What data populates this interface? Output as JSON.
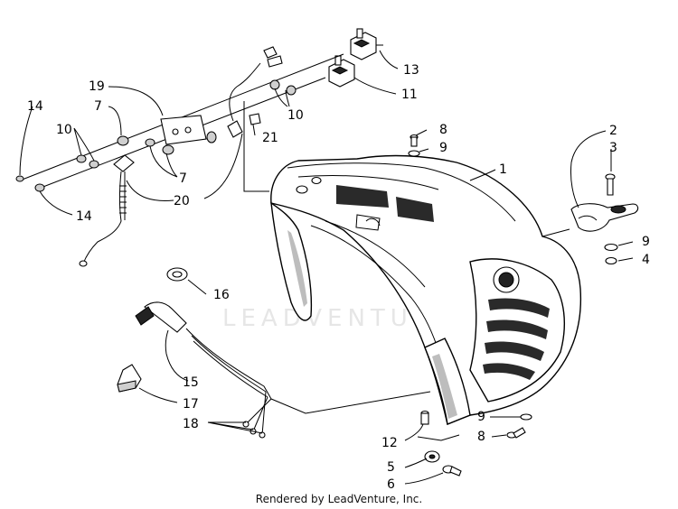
{
  "footer": {
    "text": "Rendered by LeadVenture, Inc."
  },
  "watermark": {
    "text": "LEADVENTURE"
  },
  "callouts": [
    {
      "id": "c1",
      "label": "1"
    },
    {
      "id": "c2",
      "label": "2"
    },
    {
      "id": "c3",
      "label": "3"
    },
    {
      "id": "c4",
      "label": "4"
    },
    {
      "id": "c5",
      "label": "5"
    },
    {
      "id": "c6",
      "label": "6"
    },
    {
      "id": "c7a",
      "label": "7"
    },
    {
      "id": "c7b",
      "label": "7"
    },
    {
      "id": "c8a",
      "label": "8"
    },
    {
      "id": "c8b",
      "label": "8"
    },
    {
      "id": "c9a",
      "label": "9"
    },
    {
      "id": "c9b",
      "label": "9"
    },
    {
      "id": "c9c",
      "label": "9"
    },
    {
      "id": "c10a",
      "label": "10"
    },
    {
      "id": "c10b",
      "label": "10"
    },
    {
      "id": "c11",
      "label": "11"
    },
    {
      "id": "c12",
      "label": "12"
    },
    {
      "id": "c13",
      "label": "13"
    },
    {
      "id": "c14a",
      "label": "14"
    },
    {
      "id": "c14b",
      "label": "14"
    },
    {
      "id": "c15",
      "label": "15"
    },
    {
      "id": "c16",
      "label": "16"
    },
    {
      "id": "c17",
      "label": "17"
    },
    {
      "id": "c18",
      "label": "18"
    },
    {
      "id": "c19",
      "label": "19"
    },
    {
      "id": "c20",
      "label": "20"
    },
    {
      "id": "c21",
      "label": "21"
    }
  ]
}
